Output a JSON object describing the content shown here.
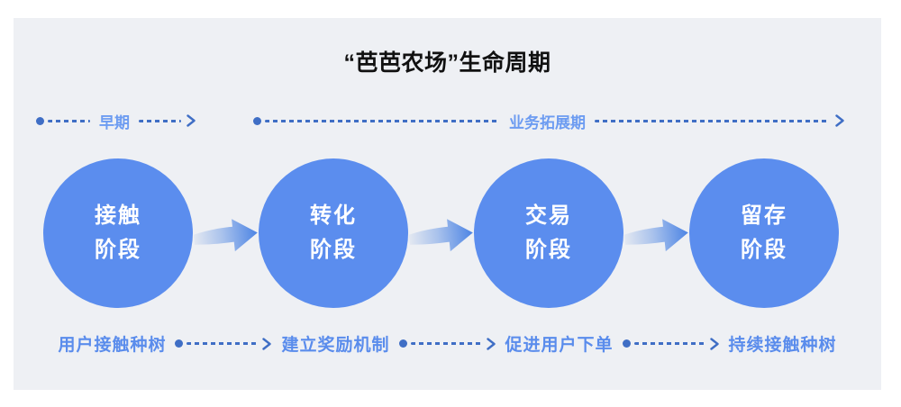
{
  "title": "“芭芭农场”生命周期",
  "timelines": {
    "early": {
      "label": "早期"
    },
    "expansion": {
      "label": "业务拓展期"
    }
  },
  "stages": [
    {
      "line1": "接触",
      "line2": "阶段"
    },
    {
      "line1": "转化",
      "line2": "阶段"
    },
    {
      "line1": "交易",
      "line2": "阶段"
    },
    {
      "line1": "留存",
      "line2": "阶段"
    }
  ],
  "actions": [
    {
      "label": "用户接触种树"
    },
    {
      "label": "建立奖励机制"
    },
    {
      "label": "促进用户下单"
    },
    {
      "label": "持续接触种树"
    }
  ],
  "colors": {
    "panel_bg": "#eef0f4",
    "circle_fill": "#5b8dee",
    "connector_blue": "#3f6ec5",
    "timeline_label_blue": "#6d9cf1",
    "action_label_blue": "#5a8cec",
    "title_color": "#111111"
  }
}
